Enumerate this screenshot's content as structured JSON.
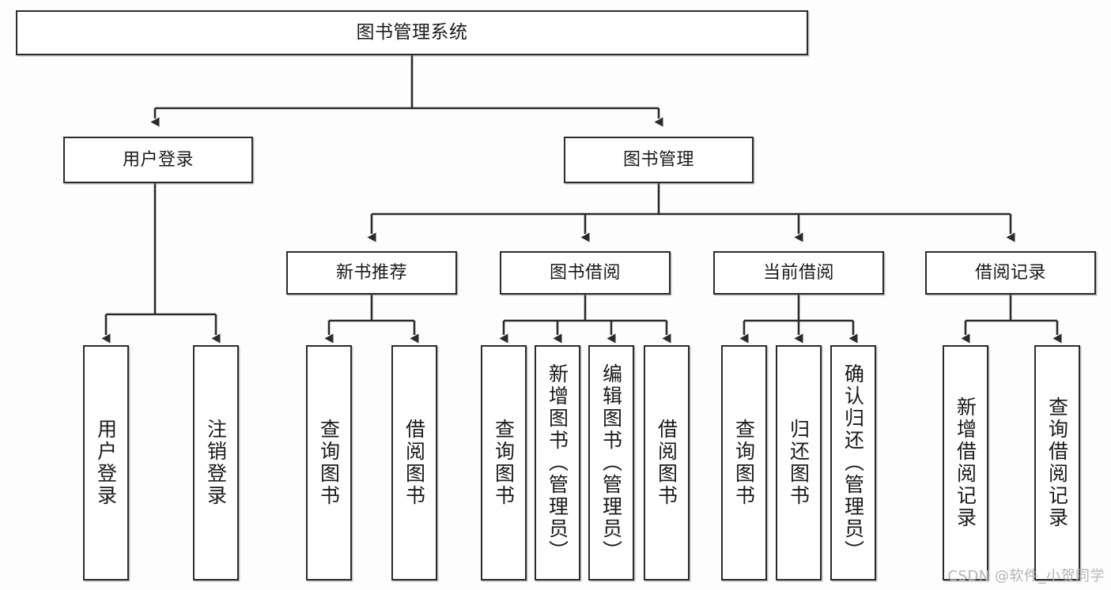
{
  "diagram": {
    "title": "图书管理系统",
    "watermark": "CSDN @软件_小贺同学",
    "root": {
      "label": "图书管理系统"
    },
    "level1": [
      {
        "label": "用户登录"
      },
      {
        "label": "图书管理"
      }
    ],
    "level2": [
      {
        "label": "新书推荐"
      },
      {
        "label": "图书借阅"
      },
      {
        "label": "当前借阅"
      },
      {
        "label": "借阅记录"
      }
    ],
    "leaves": {
      "user_login": [
        {
          "label": "用户登录"
        },
        {
          "label": "注销登录"
        }
      ],
      "new_book": [
        {
          "label": "查询图书"
        },
        {
          "label": "借阅图书"
        }
      ],
      "borrow_book": [
        {
          "label": "查询图书"
        },
        {
          "label": "新增图书（管理员）"
        },
        {
          "label": "编辑图书（管理员）"
        },
        {
          "label": "借阅图书"
        }
      ],
      "current_borrow": [
        {
          "label": "查询图书"
        },
        {
          "label": "归还图书"
        },
        {
          "label": "确认归还（管理员）"
        }
      ],
      "borrow_record": [
        {
          "label": "新增借阅记录"
        },
        {
          "label": "查询借阅记录"
        }
      ]
    },
    "colors": {
      "stroke": "#2b2b2b",
      "fill": "#ffffff",
      "background": "#fdfdfd",
      "watermark": "#b4b4b4"
    }
  }
}
